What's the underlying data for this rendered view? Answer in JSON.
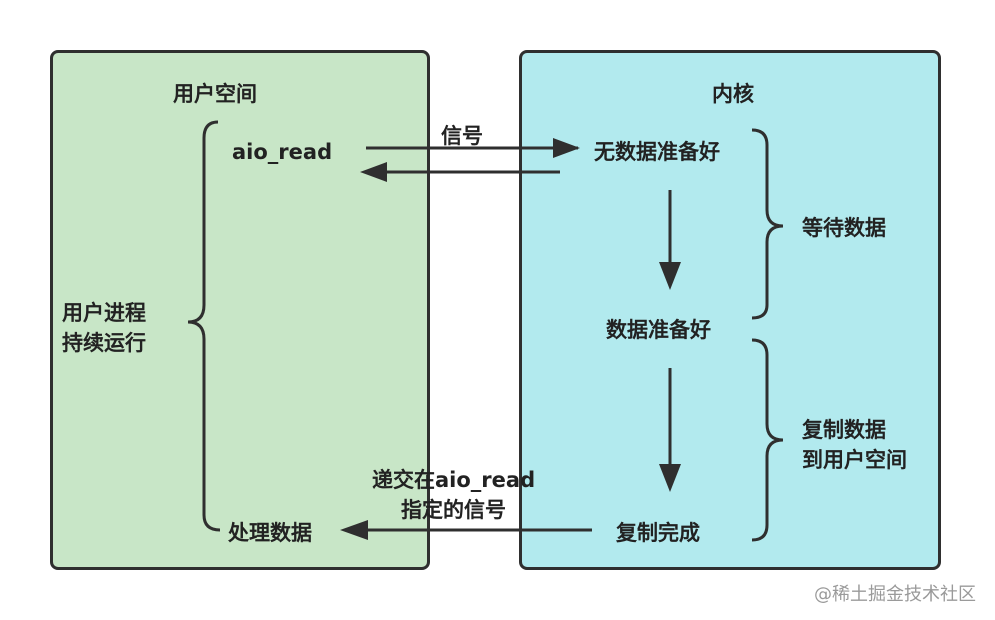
{
  "user_space": {
    "title": "用户空间",
    "aio_read": "aio_read",
    "process_note": "用户进程\n持续运行",
    "handle_data": "处理数据"
  },
  "kernel": {
    "title": "内核",
    "no_data_ready": "无数据准备好",
    "data_ready": "数据准备好",
    "copy_done": "复制完成",
    "wait_data": "等待数据",
    "copy_to_user": "复制数据\n到用户空间"
  },
  "arrows": {
    "signal": "信号",
    "deliver_signal": "递交在aio_read\n指定的信号"
  },
  "watermark": "@稀土掘金技术社区",
  "colors": {
    "user_panel_fill": "#c8e6c7",
    "kernel_panel_fill": "#b2eaee",
    "border": "#2f2f2f"
  }
}
